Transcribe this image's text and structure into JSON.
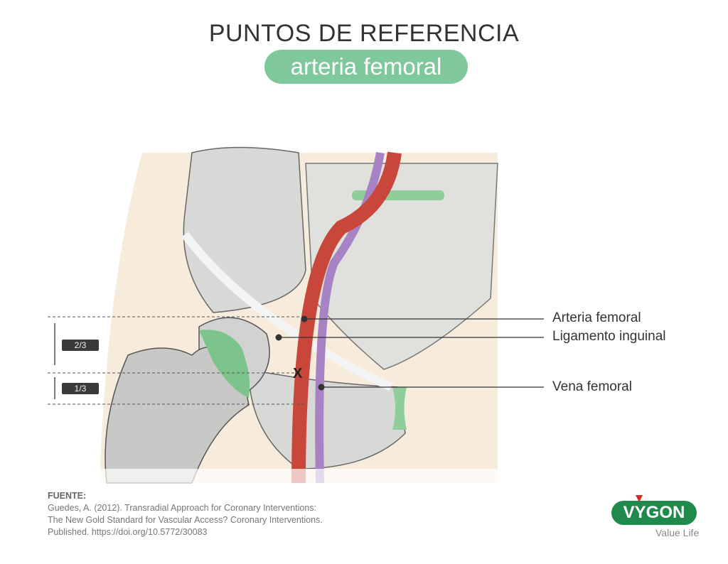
{
  "header": {
    "title": "PUNTOS DE REFERENCIA",
    "subtitle": "arteria femoral"
  },
  "labels": {
    "artery": "Arteria femoral",
    "ligament": "Ligamento inguinal",
    "vein": "Vena femoral",
    "puncture_mark": "X"
  },
  "fractions": {
    "upper": "2/3",
    "lower": "1/3"
  },
  "source": {
    "heading": "FUENTE:",
    "line1": "Guedes, A. (2012). Transradial Approach for Coronary Interventions:",
    "line2": "The New Gold Standard for Vascular Access? Coronary Interventions.",
    "line3": "Published. https://doi.org/10.5772/30083"
  },
  "logo": {
    "brand": "VYGON",
    "tagline": "Value Life"
  },
  "colors": {
    "accent": "#7fc89b",
    "artery": "#c9463a",
    "vein": "#a782c4",
    "bone": "#d6d6d4",
    "skin": "#f7ecdc",
    "brand": "#1f8a4c"
  }
}
